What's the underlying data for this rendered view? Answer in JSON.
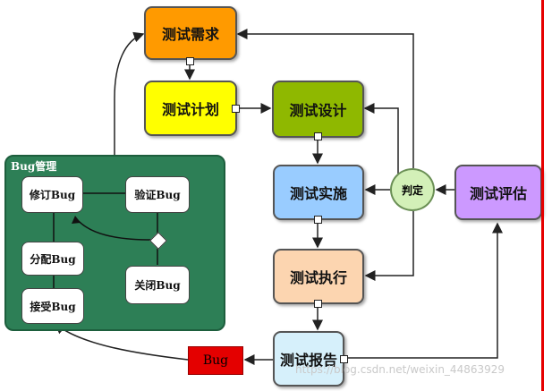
{
  "nodes": {
    "req": {
      "label": "测试需求"
    },
    "plan": {
      "label": "测试计划"
    },
    "design": {
      "label": "测试设计"
    },
    "impl": {
      "label": "测试实施"
    },
    "exec": {
      "label": "测试执行"
    },
    "report": {
      "label": "测试报告"
    },
    "eval": {
      "label": "测试评估"
    },
    "judge": {
      "label": "判定"
    },
    "bug": {
      "label": "Bug"
    }
  },
  "bug_management": {
    "title": "Bug管理",
    "fix": "修订Bug",
    "verify": "验证Bug",
    "assign": "分配Bug",
    "close": "关闭Bug",
    "accept": "接受Bug"
  },
  "watermark": "https://blog.csdn.net/weixin_44863929",
  "colors": {
    "req": "#ff9a00",
    "plan": "#ffff00",
    "design": "#8fb800",
    "impl": "#99ccff",
    "exec": "#fcd5b0",
    "report": "#d6f0fb",
    "eval": "#cc99ff",
    "judge": "#d3f0b8",
    "bug": "#e40000",
    "panel": "#2d7f56"
  }
}
